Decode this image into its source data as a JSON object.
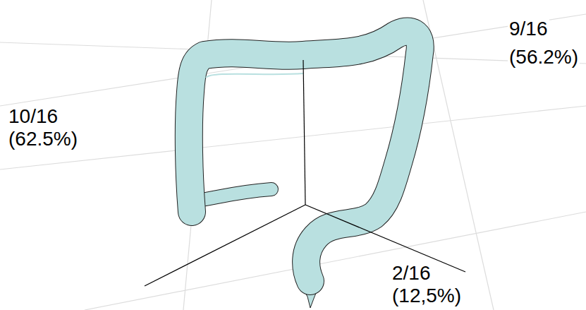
{
  "diagram": {
    "labels": [
      "10/16",
      "(62.5%)",
      "9/16",
      "(56.2%)",
      "2/16",
      "(12,5%)"
    ]
  }
}
